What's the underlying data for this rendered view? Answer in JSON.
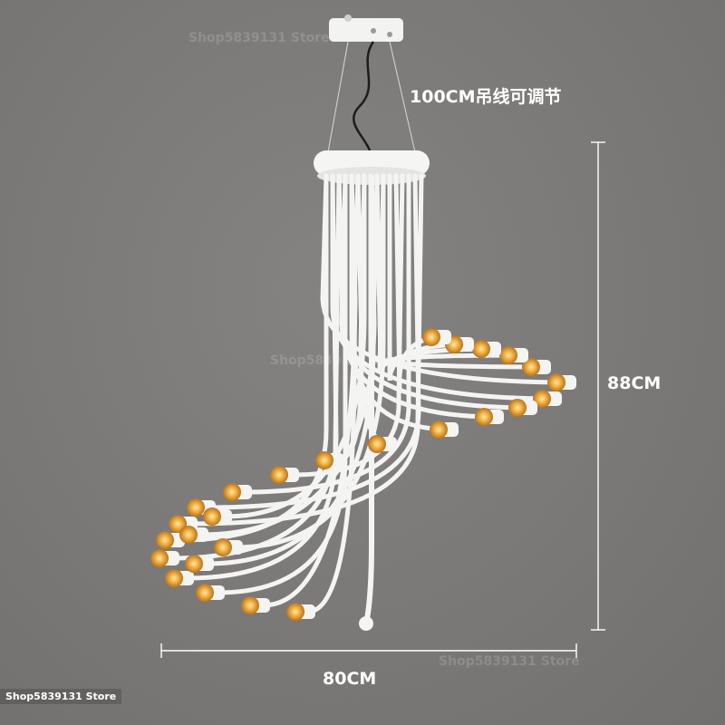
{
  "product": {
    "cable_note": "100CM吊线可调节",
    "height": "88CM",
    "width": "80CM"
  },
  "watermarks": {
    "top": "Shop5839131 Store",
    "middle": "Shop5839131 Store",
    "lower": "Shop5839131 Store",
    "store_tag": "Shop5839131 Store"
  },
  "colors": {
    "background": "#7a7876",
    "fixture": "#f4f4f2",
    "bulb": "#f0b54a",
    "dimension_line": "#ffffff"
  }
}
